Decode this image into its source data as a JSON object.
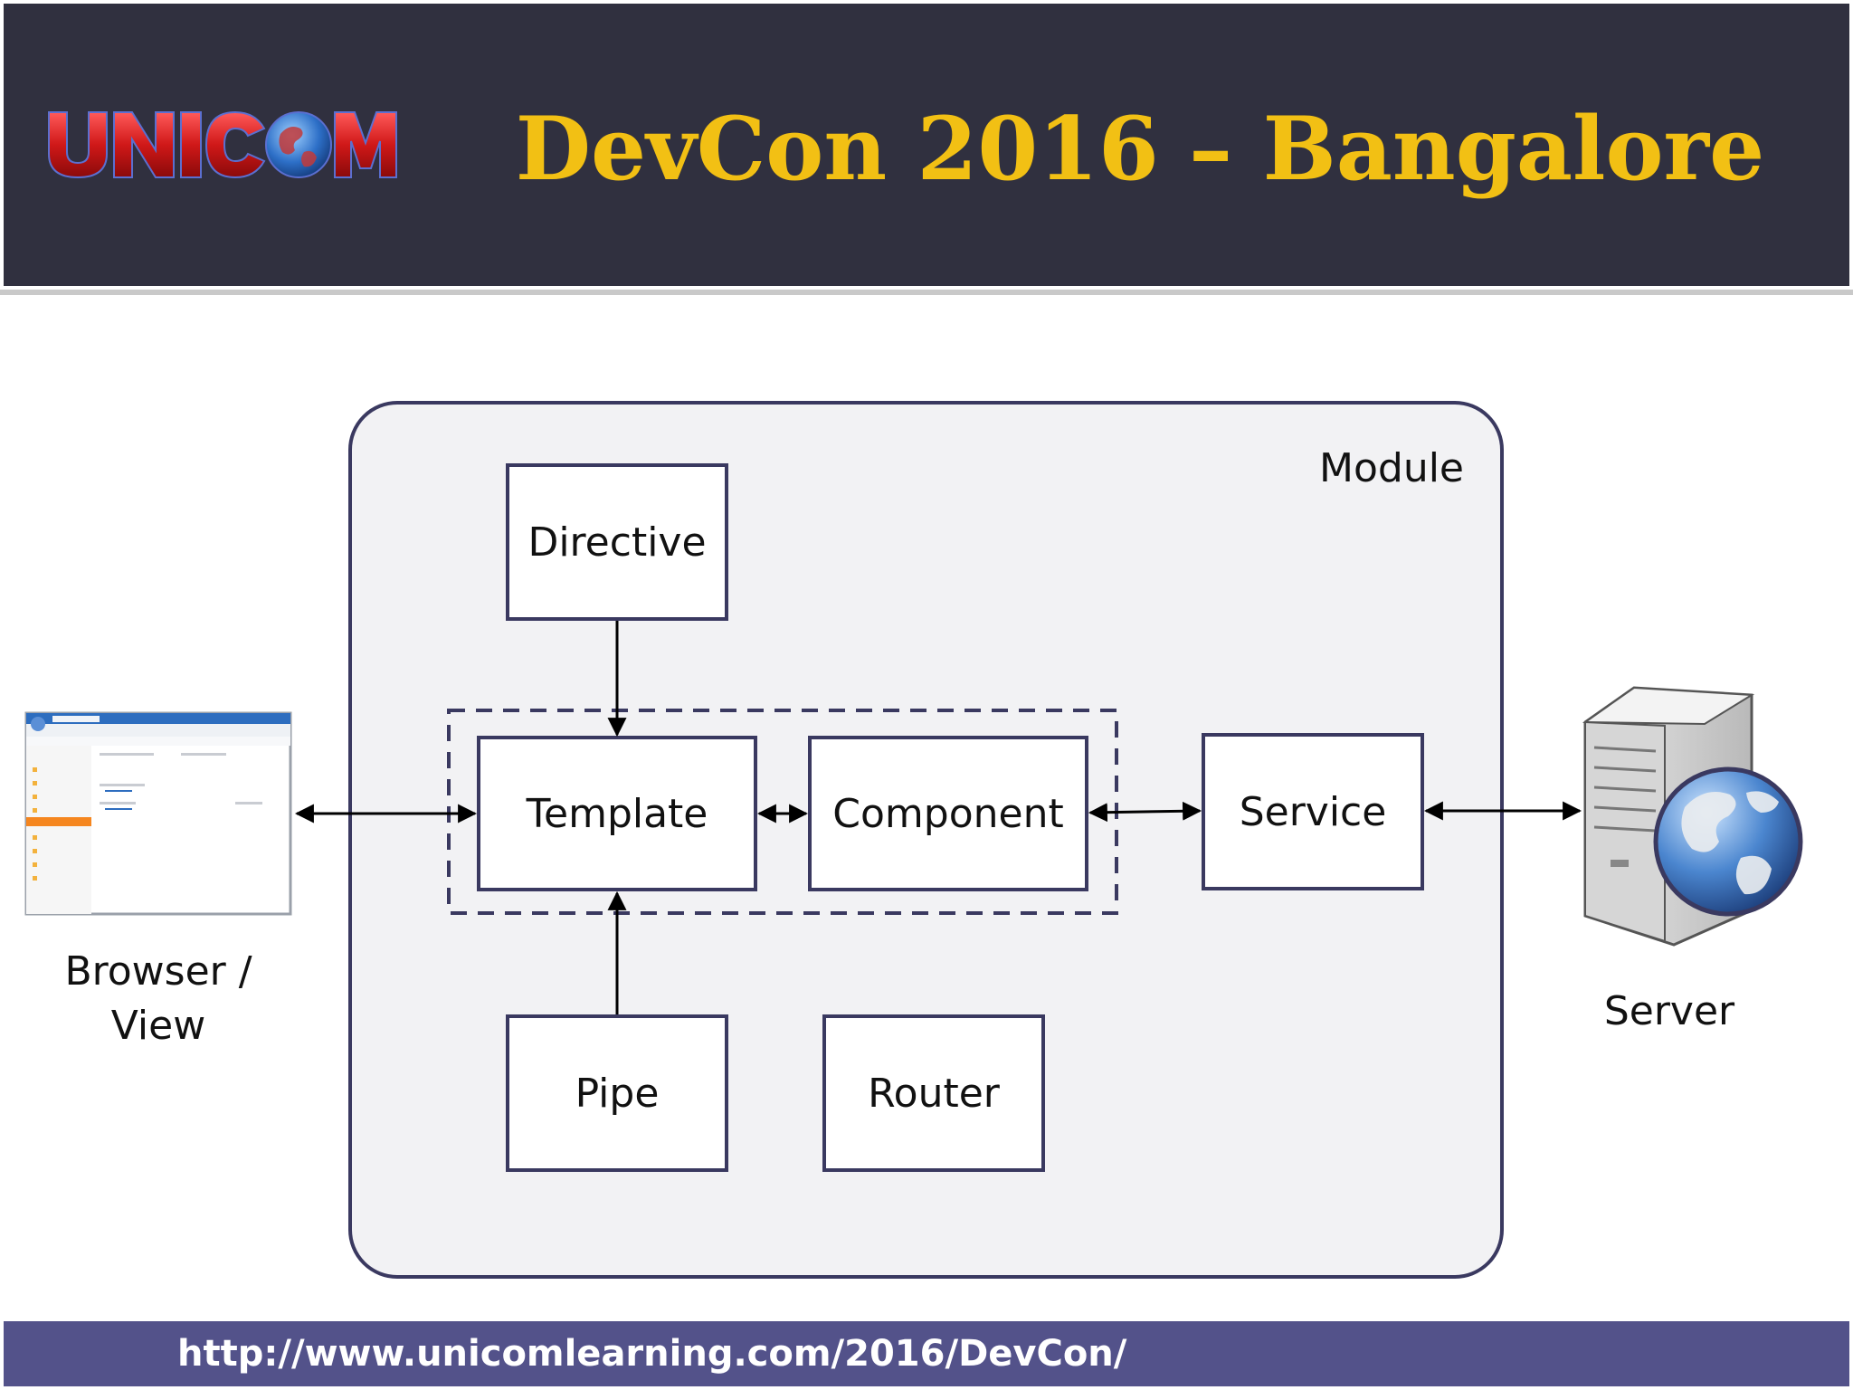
{
  "header": {
    "logo_text": "UNICOM",
    "title": "DevCon 2016 – Bangalore"
  },
  "diagram": {
    "container_label": "Module",
    "boxes": {
      "directive": "Directive",
      "template": "Template",
      "component": "Component",
      "service": "Service",
      "pipe": "Pipe",
      "router": "Router"
    },
    "browser_label_line1": "Browser /",
    "browser_label_line2": "View",
    "server_label": "Server"
  },
  "footer": {
    "url": "http://www.unicomlearning.com/2016/DevCon/"
  },
  "colors": {
    "header_bg": "#30303f",
    "title_gold": "#f2c014",
    "footer_bg": "#53528a",
    "box_border": "#3a3960",
    "module_fill": "#f2f2f4"
  }
}
